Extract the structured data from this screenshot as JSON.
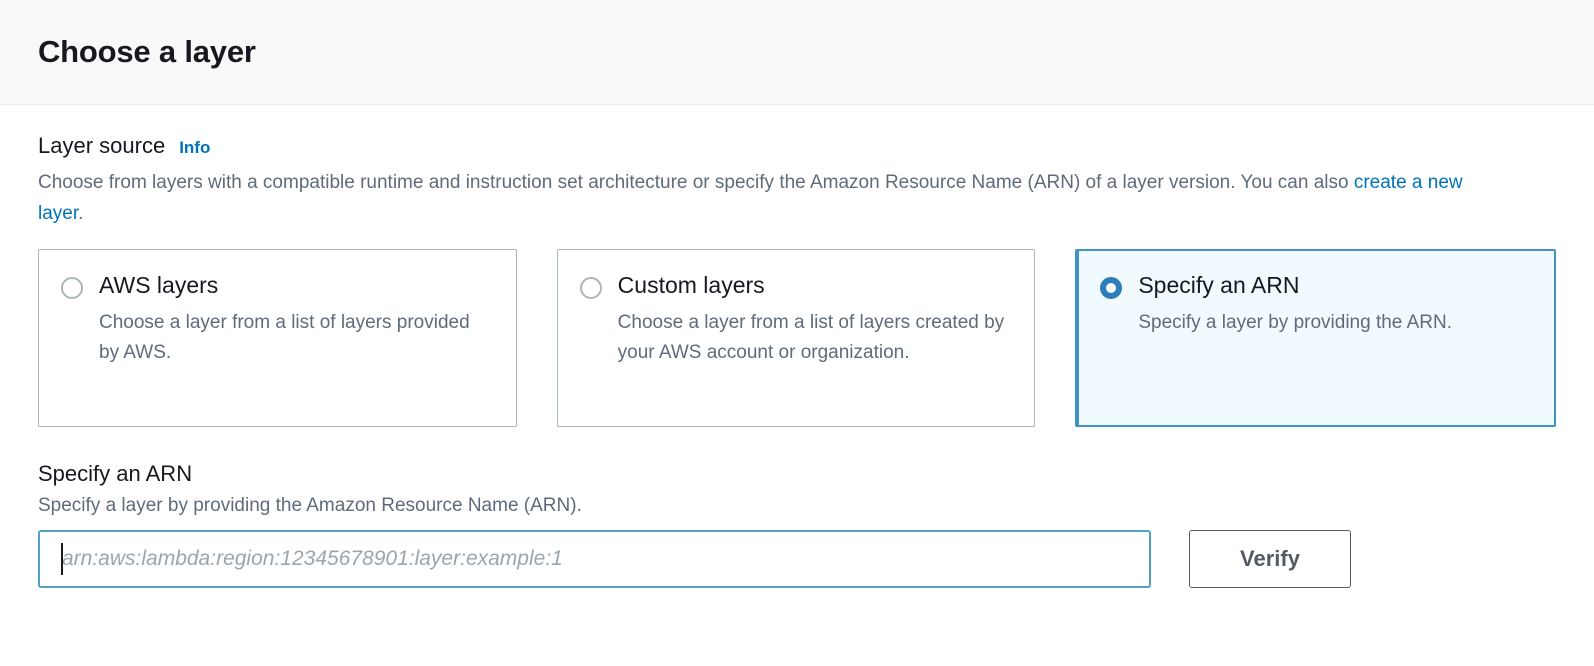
{
  "header": {
    "title": "Choose a layer"
  },
  "layer_source": {
    "label": "Layer source",
    "info_link": "Info",
    "description_part1": "Choose from layers with a compatible runtime and instruction set architecture or specify the Amazon Resource Name (ARN) of a layer version. You can also ",
    "description_link": "create a new layer",
    "description_part2": ".",
    "options": [
      {
        "title": "AWS layers",
        "description": "Choose a layer from a list of layers provided by AWS.",
        "selected": false
      },
      {
        "title": "Custom layers",
        "description": "Choose a layer from a list of layers created by your AWS account or organization.",
        "selected": false
      },
      {
        "title": "Specify an ARN",
        "description": "Specify a layer by providing the ARN.",
        "selected": true
      }
    ]
  },
  "arn_section": {
    "title": "Specify an ARN",
    "description": "Specify a layer by providing the Amazon Resource Name (ARN).",
    "input_value": "",
    "input_placeholder": "arn:aws:lambda:region:12345678901:layer:example:1",
    "verify_label": "Verify"
  },
  "colors": {
    "accent_link": "#0073bb",
    "selected_border": "#3e93c1",
    "selected_fill": "#f1faff",
    "radio_selected": "#2d7dbb",
    "input_focus_border": "#54a0c4",
    "button_border": "#545b64",
    "header_bg": "#f9f9f9",
    "body_text": "#16191f",
    "muted_text": "#5f6b7a"
  }
}
